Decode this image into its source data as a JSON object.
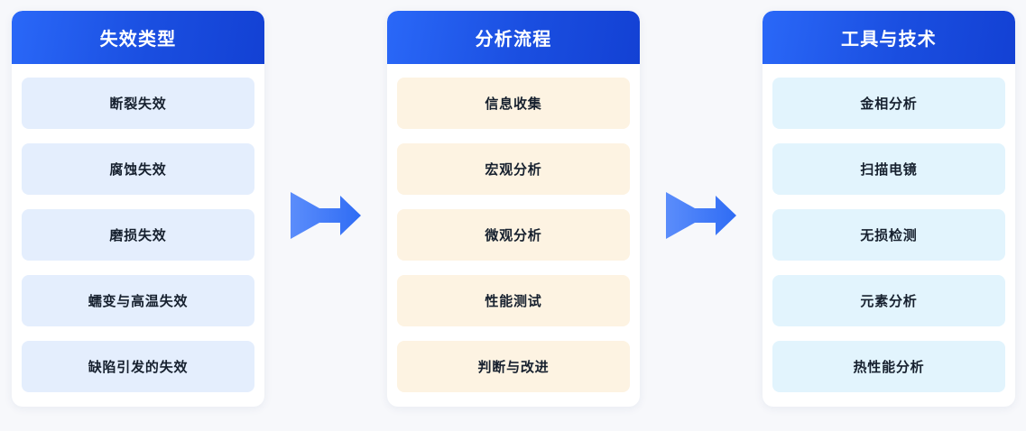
{
  "diagram": {
    "type": "three-stage-flow",
    "background_color": "#f7f8fb",
    "header_gradient_from": "#2a68f8",
    "header_gradient_to": "#1341d4",
    "arrow_gradient_from": "#5b8dfb",
    "arrow_gradient_to": "#2f6cf4",
    "columns": [
      {
        "key": "failure-types",
        "title": "失效类型",
        "item_color": "#e4eefd",
        "items": [
          {
            "label": "断裂失效"
          },
          {
            "label": "腐蚀失效"
          },
          {
            "label": "磨损失效"
          },
          {
            "label": "蠕变与高温失效"
          },
          {
            "label": "缺陷引发的失效"
          }
        ]
      },
      {
        "key": "analysis-process",
        "title": "分析流程",
        "item_color": "#fdf3e2",
        "items": [
          {
            "label": "信息收集"
          },
          {
            "label": "宏观分析"
          },
          {
            "label": "微观分析"
          },
          {
            "label": "性能测试"
          },
          {
            "label": "判断与改进"
          }
        ]
      },
      {
        "key": "tools-techniques",
        "title": "工具与技术",
        "item_color": "#e2f4fd",
        "items": [
          {
            "label": "金相分析"
          },
          {
            "label": "扫描电镜"
          },
          {
            "label": "无损检测"
          },
          {
            "label": "元素分析"
          },
          {
            "label": "热性能分析"
          }
        ]
      }
    ],
    "connectors": [
      {
        "key": "arrow-1",
        "icon": "arrow-right-icon",
        "from": "failure-types",
        "to": "analysis-process"
      },
      {
        "key": "arrow-2",
        "icon": "arrow-right-icon",
        "from": "analysis-process",
        "to": "tools-techniques"
      }
    ]
  }
}
